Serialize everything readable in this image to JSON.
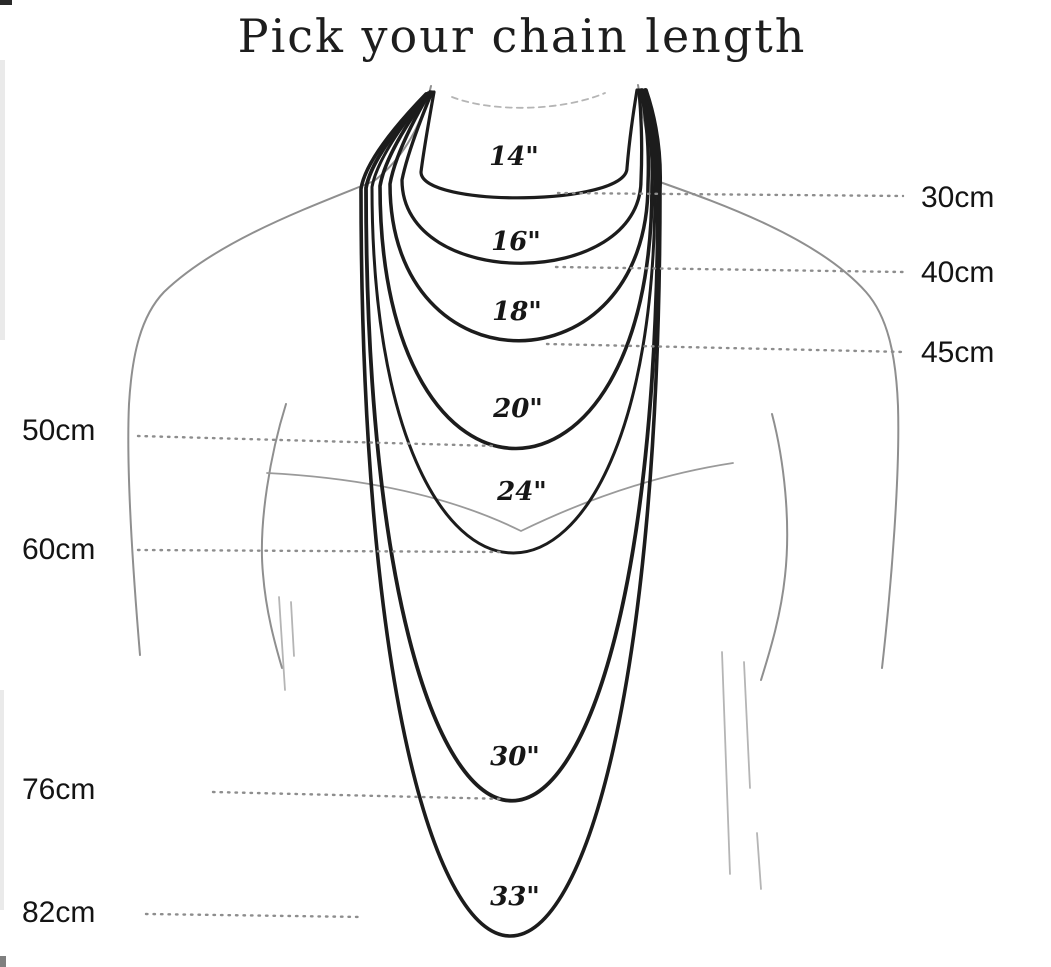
{
  "title": "Pick your chain length",
  "chains": [
    {
      "id": "14in",
      "inch_label": "14\"",
      "cm_label": "30cm",
      "cm_side": "right"
    },
    {
      "id": "16in",
      "inch_label": "16\"",
      "cm_label": "40cm",
      "cm_side": "right"
    },
    {
      "id": "18in",
      "inch_label": "18\"",
      "cm_label": "45cm",
      "cm_side": "right"
    },
    {
      "id": "20in",
      "inch_label": "20\"",
      "cm_label": "50cm",
      "cm_side": "left"
    },
    {
      "id": "24in",
      "inch_label": "24\"",
      "cm_label": "60cm",
      "cm_side": "left"
    },
    {
      "id": "30in",
      "inch_label": "30\"",
      "cm_label": "76cm",
      "cm_side": "left"
    },
    {
      "id": "33in",
      "inch_label": "33\"",
      "cm_label": "82cm",
      "cm_side": "left"
    }
  ],
  "colors": {
    "chain": "#1c1c1c",
    "torso_outline": "#8f8f8f",
    "leader_dots": "#8d8d8d",
    "text": "#141414",
    "background": "#ffffff"
  }
}
